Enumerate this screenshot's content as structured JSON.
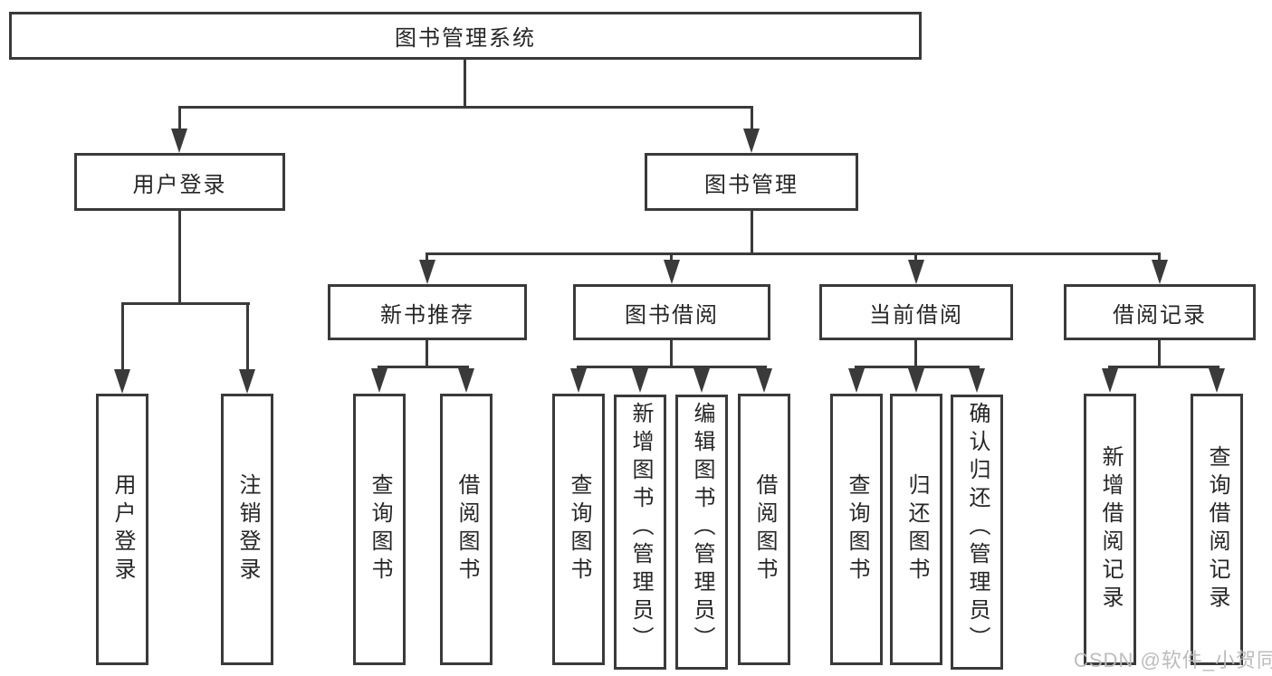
{
  "diagram": {
    "title": "图书管理系统",
    "nodes": {
      "root": {
        "label": "图书管理系统"
      },
      "user_login": {
        "label": "用户登录"
      },
      "book_management": {
        "label": "图书管理"
      },
      "new_book_recommend": {
        "label": "新书推荐"
      },
      "book_borrowing": {
        "label": "图书借阅"
      },
      "current_borrowing": {
        "label": "当前借阅"
      },
      "borrowing_records": {
        "label": "借阅记录"
      },
      "leaf_user_login": {
        "label": "用户登录"
      },
      "leaf_logout": {
        "label": "注销登录"
      },
      "leaf_nb_query": {
        "label": "查询图书"
      },
      "leaf_nb_borrow": {
        "label": "借阅图书"
      },
      "leaf_bb_query": {
        "label": "查询图书"
      },
      "leaf_bb_add": {
        "label": "新增图书（管理员）"
      },
      "leaf_bb_edit": {
        "label": "编辑图书（管理员）"
      },
      "leaf_bb_borrow": {
        "label": "借阅图书"
      },
      "leaf_cb_query": {
        "label": "查询图书"
      },
      "leaf_cb_return": {
        "label": "归还图书"
      },
      "leaf_cb_confirm": {
        "label": "确认归还（管理员）"
      },
      "leaf_br_add": {
        "label": "新增借阅记录"
      },
      "leaf_br_query": {
        "label": "查询借阅记录"
      }
    },
    "watermark": "CSDN @软件_小贺同学",
    "colors": {
      "line": "#3a3a3a",
      "text": "#262626",
      "background": "#ffffff",
      "watermark": "#b8b8b8"
    }
  }
}
